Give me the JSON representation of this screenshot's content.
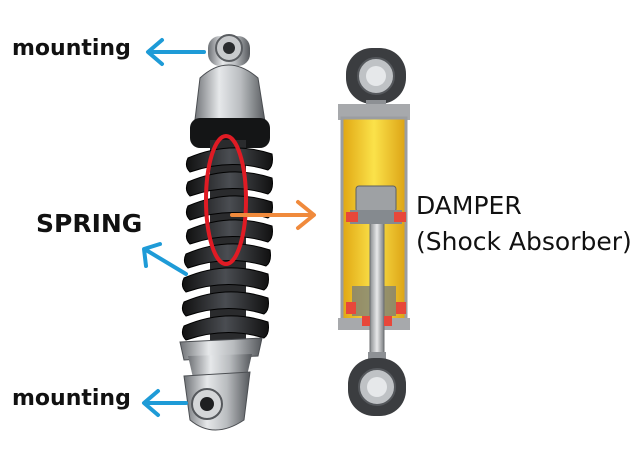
{
  "labels": {
    "mounting_top": "mounting",
    "mounting_bottom": "mounting",
    "spring": "SPRING",
    "damper_line1": "DAMPER",
    "damper_line2": "(Shock Absorber)"
  },
  "colors": {
    "pointer_arrow": "#1e9bd7",
    "highlight_arrow": "#f08a3c",
    "highlight_ellipse": "#e01b24",
    "damper_fluid": "#f5d21c",
    "seal": "#e8473a"
  }
}
